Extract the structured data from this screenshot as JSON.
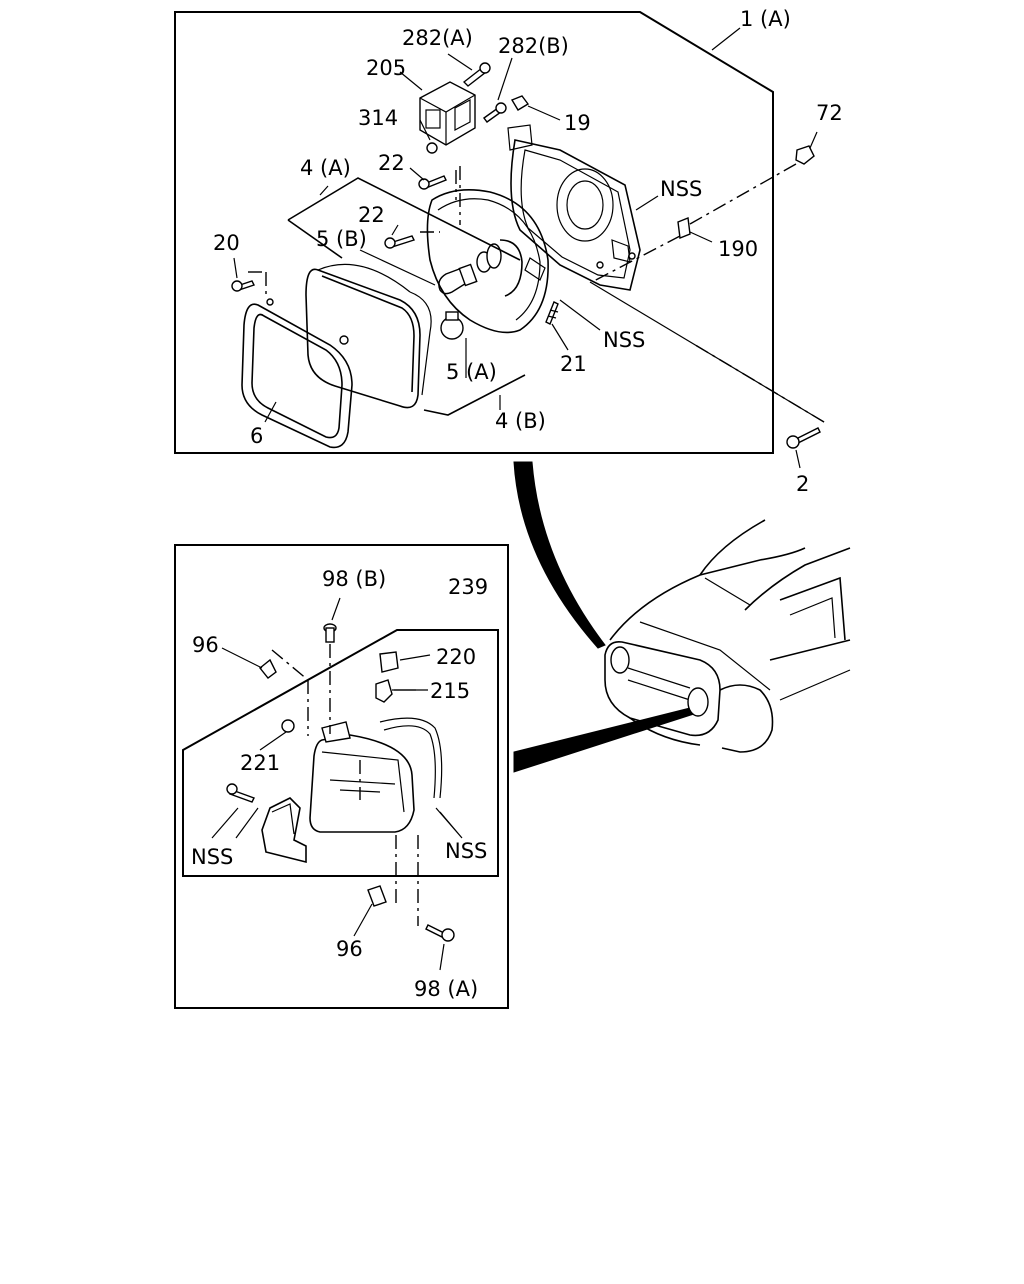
{
  "diagram": {
    "upper_group": {
      "labels": {
        "l1A": "1 (A)",
        "l282A": "282(A)",
        "l282B": "282(B)",
        "l205": "205",
        "l19": "19",
        "l314": "314",
        "l72": "72",
        "l22a": "22",
        "l4A": "4 (A)",
        "lNSS1": "NSS",
        "l22b": "22",
        "l5B": "5 (B)",
        "l190": "190",
        "l20": "20",
        "lNSS2": "NSS",
        "l21": "21",
        "l5A": "5 (A)",
        "l4B": "4 (B)",
        "l6": "6",
        "l2": "2"
      }
    },
    "lower_group": {
      "labels": {
        "l98B": "98 (B)",
        "l239": "239",
        "l96a": "96",
        "l220": "220",
        "l215": "215",
        "l221": "221",
        "lNSS3": "NSS",
        "lNSS4": "NSS",
        "l96b": "96",
        "l98A": "98 (A)"
      }
    }
  }
}
